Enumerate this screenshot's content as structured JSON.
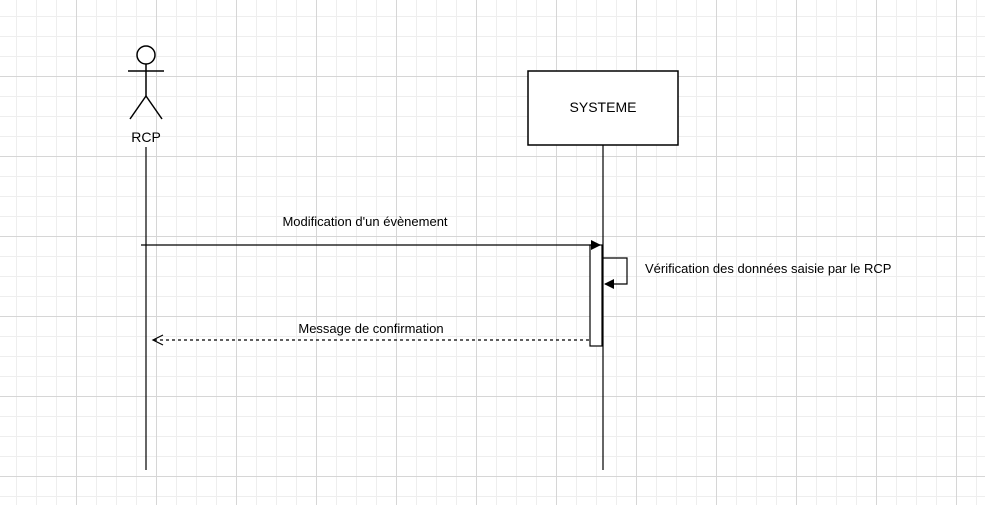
{
  "actor": {
    "label": "RCP"
  },
  "system": {
    "label": "SYSTEME"
  },
  "messages": {
    "modification": "Modification d'un évènement",
    "verification": "Vérification des données saisie par le RCP",
    "confirmation": "Message de confirmation"
  },
  "colors": {
    "line": "#000000",
    "background": "#ffffff",
    "grid_major": "#d6d6d6",
    "grid_minor": "#eeeeee"
  }
}
